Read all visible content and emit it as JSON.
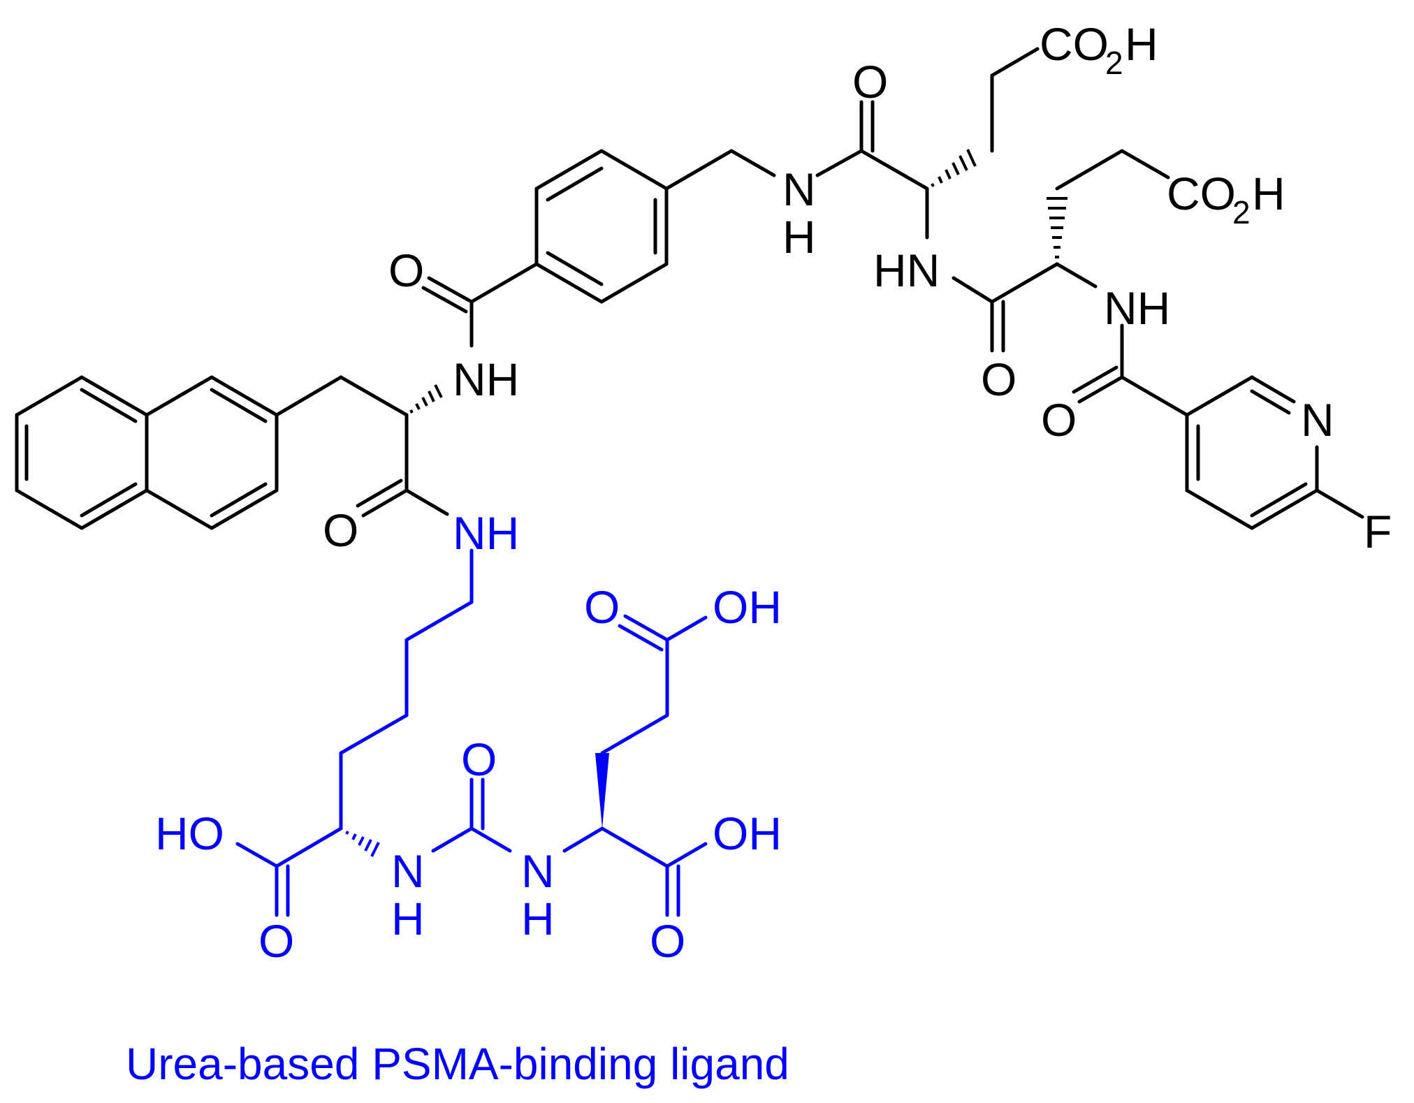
{
  "colors": {
    "black": "#000000",
    "blue": "#0000ff",
    "background": "#ffffff"
  },
  "labels": {
    "co2h_top": "CO",
    "co2h_top_sub": "2",
    "co2h_top_h": "H",
    "co2h_right": "CO",
    "co2h_right_sub": "2",
    "co2h_right_h": "H",
    "o_glu_carbonyl": "O",
    "nh_benzyl_n": "N",
    "nh_benzyl_h": "H",
    "hn_glu": "HN",
    "o_glu2_carbonyl": "O",
    "nh_nicotinoyl": "NH",
    "o_nicotinoyl": "O",
    "n_pyridine": "N",
    "f_pyridine": "F",
    "o_benzamide": "O",
    "nh_benzamide": "NH",
    "o_napala": "O",
    "nh_lys": "NH",
    "o_acid_top": "O",
    "oh_acid_top": "OH",
    "o_urea": "O",
    "ho_lys": "HO",
    "o_lys_acid": "O",
    "nh_urea_left_n": "N",
    "nh_urea_left_h": "H",
    "nh_urea_right_n": "N",
    "nh_urea_right_h": "H",
    "oh_glu_acid": "OH",
    "o_glu_acid": "O"
  },
  "caption": "Urea-based PSMA-binding ligand"
}
